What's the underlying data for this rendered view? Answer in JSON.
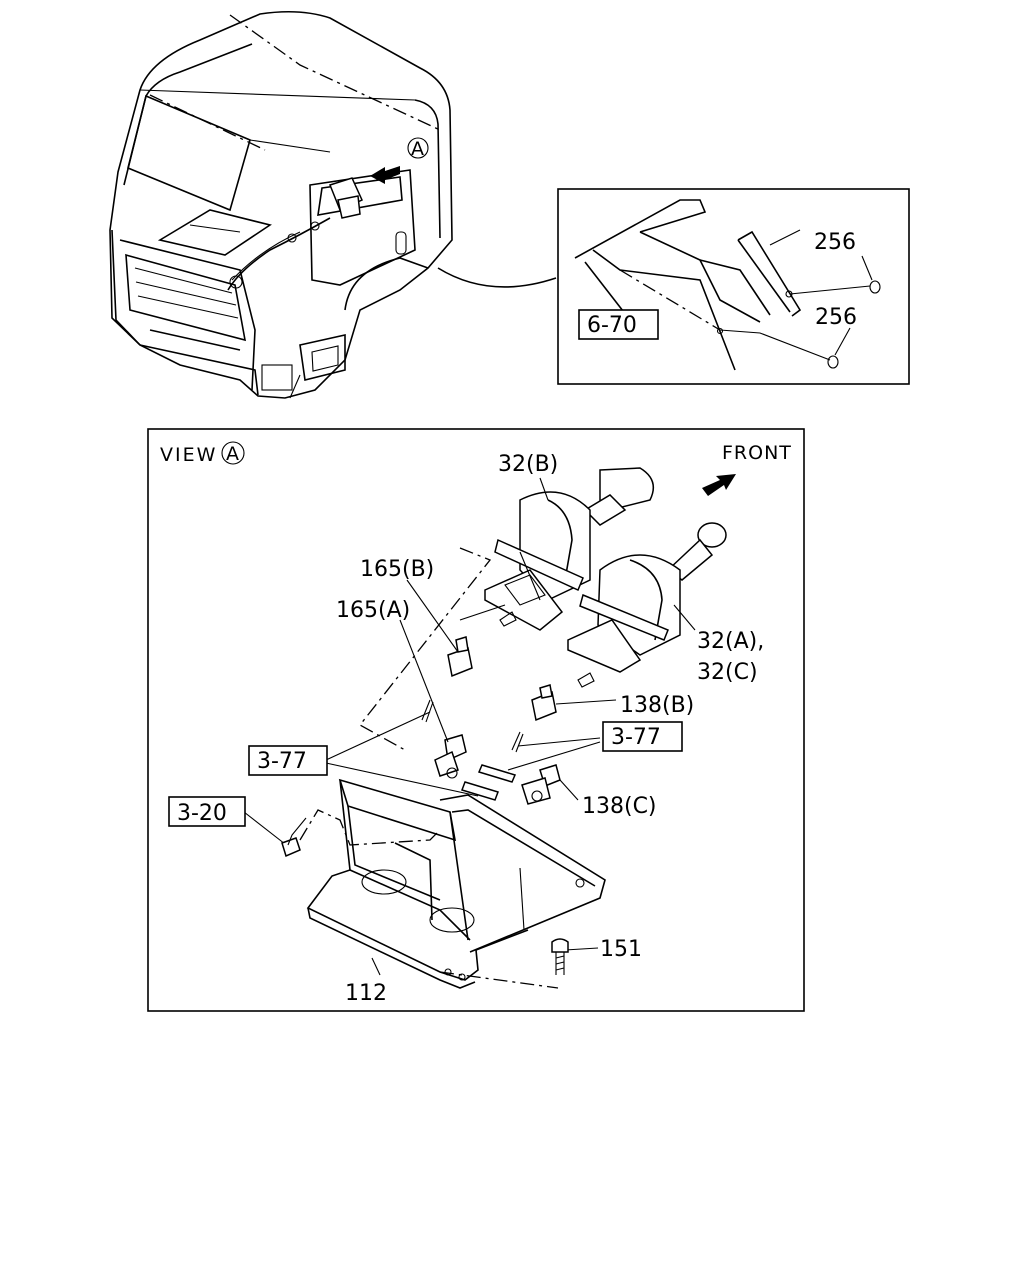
{
  "callouts": {
    "view_title": "VIEW",
    "view_marker": "A",
    "cab_marker": "A",
    "front": "FRONT",
    "ref_6_70": "6-70",
    "part_256_a": "256",
    "part_256_b": "256",
    "part_32b": "32(B)",
    "part_165b": "165(B)",
    "part_165a": "165(A)",
    "part_32a": "32(A),",
    "part_32c": "32(C)",
    "part_138b": "138(B)",
    "ref_3_77_left": "3-77",
    "ref_3_77_right": "3-77",
    "part_138c": "138(C)",
    "ref_3_20": "3-20",
    "part_151": "151",
    "part_112": "112"
  }
}
